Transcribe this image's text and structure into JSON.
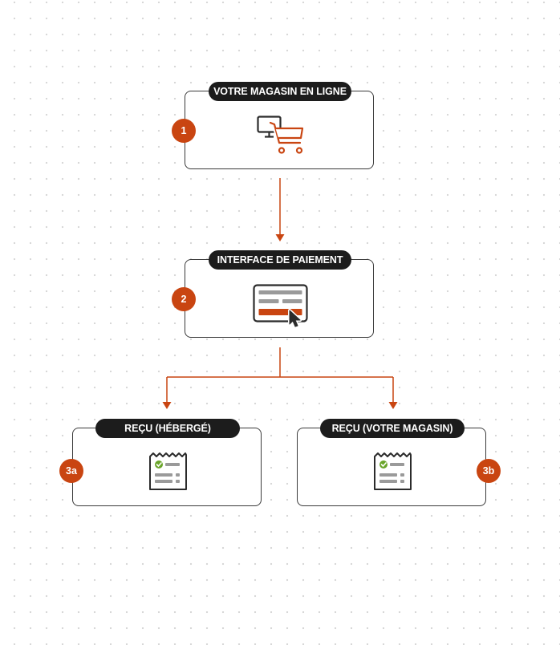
{
  "diagram": {
    "nodes": [
      {
        "id": "store",
        "label": "VOTRE MAGASIN EN LIGNE",
        "step": "1",
        "icon": "computer-cart-icon"
      },
      {
        "id": "payment",
        "label": "INTERFACE DE PAIEMENT",
        "step": "2",
        "icon": "payment-form-icon"
      },
      {
        "id": "receipt_hosted",
        "label": "REÇU (HÉBERGÉ)",
        "step": "3a",
        "icon": "receipt-icon"
      },
      {
        "id": "receipt_store",
        "label": "REÇU (VOTRE MAGASIN)",
        "step": "3b",
        "icon": "receipt-icon"
      }
    ],
    "edges": [
      {
        "from": "store",
        "to": "payment"
      },
      {
        "from": "payment",
        "to": "receipt_hosted"
      },
      {
        "from": "payment",
        "to": "receipt_store"
      }
    ]
  },
  "colors": {
    "accent": "#c94511",
    "pill_bg": "#1c1c1c",
    "border": "#3a3a3a",
    "check": "#6aa52a",
    "icon_dark": "#2b2b2b",
    "icon_gray": "#9a9a9a"
  }
}
